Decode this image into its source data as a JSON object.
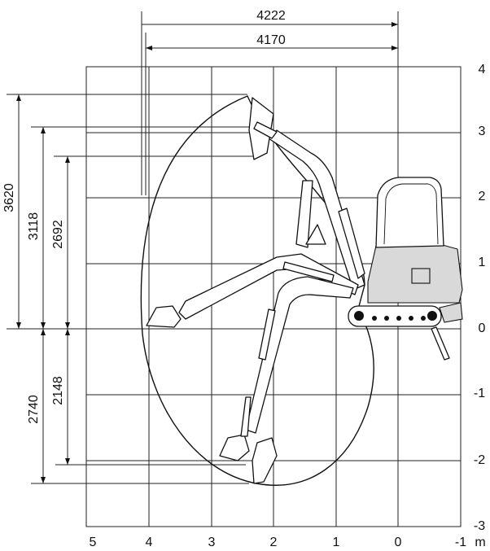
{
  "x_axis": {
    "ticks": [
      "5",
      "4",
      "3",
      "2",
      "1",
      "0",
      "-1"
    ],
    "unit": "m"
  },
  "y_axis": {
    "ticks": [
      "4",
      "3",
      "2",
      "1",
      "0",
      "-1",
      "-2",
      "-3"
    ]
  },
  "dimensions": {
    "top": [
      "4222",
      "4170"
    ],
    "left_upper": [
      "3620",
      "3118",
      "2692"
    ],
    "left_lower": [
      "2740",
      "2148"
    ]
  },
  "colors": {
    "line": "#111111",
    "fill": "#d9d9d9"
  },
  "icons": [
    "mini-excavator-drawing"
  ]
}
